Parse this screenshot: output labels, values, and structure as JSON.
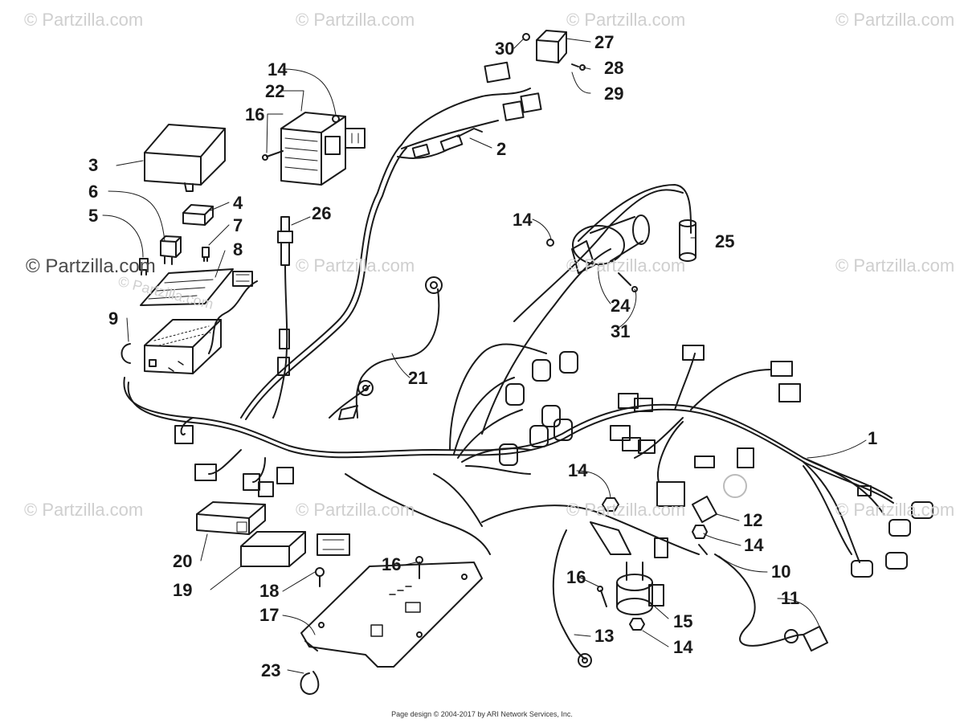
{
  "watermarks": {
    "w1": "© Partzilla.com",
    "w2": "© Partzilla.com",
    "w3": "© Partzilla.com",
    "w4": "© Partzilla.com",
    "w5": "© Partzilla.com",
    "w6": "© Partzilla.com",
    "w7": "© Partzilla.com",
    "w8": "© Partzilla.com",
    "w9": "© Partzilla.com",
    "w10": "© Partzilla.com",
    "w11": "© Partzilla.com",
    "w12": "© Partzilla.com",
    "w13": "© Partzilla.com"
  },
  "callouts": {
    "c1": "1",
    "c2": "2",
    "c3": "3",
    "c4": "4",
    "c5": "5",
    "c6": "6",
    "c7": "7",
    "c8": "8",
    "c9": "9",
    "c10": "10",
    "c11": "11",
    "c12": "12",
    "c13": "13",
    "c14a": "14",
    "c14b": "14",
    "c14c": "14",
    "c14d": "14",
    "c14e": "14",
    "c15": "15",
    "c16a": "16",
    "c16b": "16",
    "c16c": "16",
    "c17": "17",
    "c18": "18",
    "c19": "19",
    "c20": "20",
    "c21": "21",
    "c22": "22",
    "c23": "23",
    "c24": "24",
    "c25": "25",
    "c26": "26",
    "c27": "27",
    "c28": "28",
    "c29": "29",
    "c30": "30",
    "c31": "31"
  },
  "footer": "Page design © 2004-2017 by ARI Network Services, Inc."
}
